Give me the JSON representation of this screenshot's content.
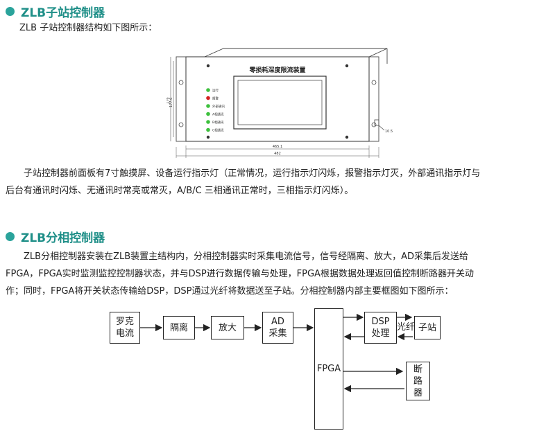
{
  "section1": {
    "title": "ZLB子站控制器",
    "intro": "ZLB 子站控制器结构如下图所示：",
    "device": {
      "panel_title": "零损耗深度限流装置",
      "indicators": [
        "运行",
        "报警",
        "外部通讯",
        "A相通讯",
        "B相通讯",
        "C相通讯"
      ],
      "indicator_colors": [
        "#3cc03c",
        "#d42020",
        "#3cc03c",
        "#3cc03c",
        "#3cc03c",
        "#3cc03c"
      ],
      "dim_inner_width": "465.1",
      "dim_outer_width": "482",
      "dim_height_a": "176",
      "dim_height_b": "177.6",
      "dim_small": "10.5"
    },
    "desc_line1": "子站控制器前面板有7寸触摸屏、设备运行指示灯（正常情况，运行指示灯闪烁，报警指示灯灭，外部通讯指示灯与",
    "desc_line2": "后台有通讯时闪烁、无通讯时常亮或常灭，A/B/C 三相通讯正常时，三相指示灯闪烁）。"
  },
  "section2": {
    "title": "ZLB分相控制器",
    "line1": "ZLB分相控制器安装在ZLB装置主结构内，分相控制器实时采集电流信号，信号经隔离、放大，AD采集后发送给",
    "line2": "FPGA，FPGA实时监测监控控制器状态，并与DSP进行数据传输与处理，FPGA根据数据处理返回值控制断路器开关动",
    "line3": "作；同时，FPGA将开关状态传输给DSP，DSP通过光纤将数据送至子站。分相控制器内部主要框图如下图所示："
  },
  "diagram": {
    "rogowski_1": "罗克",
    "rogowski_2": "电流",
    "isolation": "隔离",
    "amplify": "放大",
    "ad_1": "AD",
    "ad_2": "采集",
    "fpga": "FPGA",
    "dsp_1": "DSP",
    "dsp_2": "处理",
    "fiber": "光纤",
    "substation": "子站",
    "breaker_1": "断",
    "breaker_2": "路",
    "breaker_3": "器"
  },
  "colors": {
    "accent": "#2aa39b",
    "heading": "#1f8f88"
  }
}
